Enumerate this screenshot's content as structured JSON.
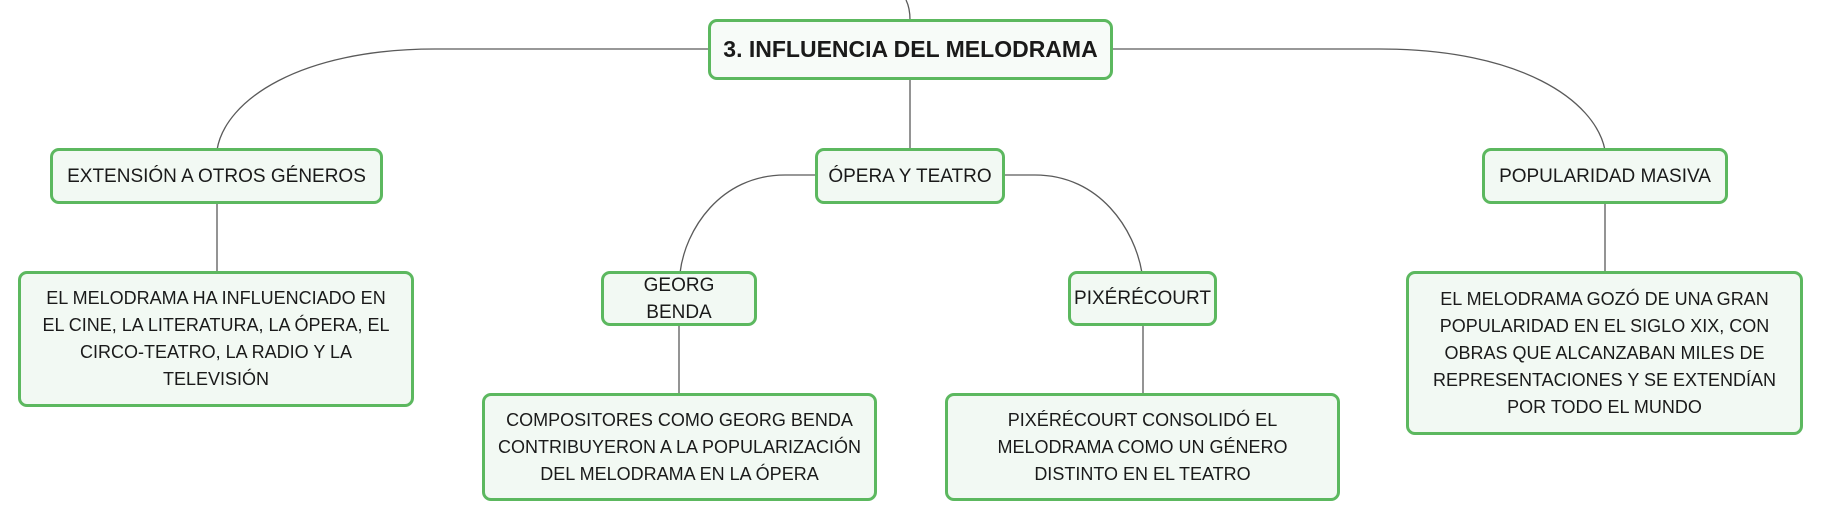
{
  "diagram": {
    "accent_color": "#5cb85f",
    "node_fill": "#f2f9f3",
    "connector_color": "#5a5a5a",
    "root": {
      "label": "3. INFLUENCIA DEL MELODRAMA"
    },
    "branches": [
      {
        "label": "EXTENSIÓN A OTROS GÉNEROS",
        "detail": "EL MELODRAMA HA INFLUENCIADO EN EL CINE, LA LITERATURA, LA ÓPERA, EL CIRCO-TEATRO, LA RADIO Y LA TELEVISIÓN"
      },
      {
        "label": "ÓPERA Y TEATRO",
        "children": [
          {
            "label": "GEORG BENDA",
            "detail": "COMPOSITORES COMO GEORG BENDA CONTRIBUYERON A LA POPULARIZACIÓN DEL MELODRAMA EN LA ÓPERA"
          },
          {
            "label": "PIXÉRÉCOURT",
            "detail": "PIXÉRÉCOURT CONSOLIDÓ EL MELODRAMA COMO UN GÉNERO DISTINTO EN EL TEATRO"
          }
        ]
      },
      {
        "label": "POPULARIDAD MASIVA",
        "detail": "EL MELODRAMA GOZÓ DE UNA GRAN POPULARIDAD EN EL SIGLO XIX, CON OBRAS QUE ALCANZABAN MILES DE REPRESENTACIONES Y SE EXTENDÍAN POR TODO EL MUNDO"
      }
    ]
  }
}
